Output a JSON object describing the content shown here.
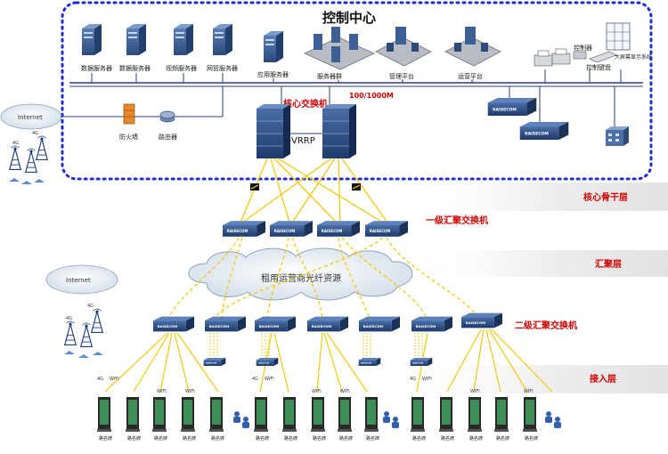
{
  "control_center": {
    "title": "控制中心",
    "servers": [
      {
        "label": "数据服务器"
      },
      {
        "label": "数据服务器"
      },
      {
        "label": "视频服务器"
      },
      {
        "label": "网管服务器"
      },
      {
        "label": "应用服务器"
      },
      {
        "label": "服务器群"
      },
      {
        "label": "管理平台"
      },
      {
        "label": "运营平台"
      }
    ],
    "controller_label": "控制器",
    "keyboard_label": "控制键盘",
    "bigscreen_label": "大屏幕显示系统",
    "firewall_label": "防火墙",
    "router_label": "路由器",
    "internet_label": "Internet",
    "bus_speed": "100/1000M",
    "core_switch_label": "核心交换机",
    "vrrp_label": "VRRP"
  },
  "layers": {
    "core": "核心骨干层",
    "aggregation": "汇聚层",
    "access": "接入层"
  },
  "tiers": {
    "level1": "一级汇聚交换机",
    "level2": "二级汇聚交换机",
    "cloud": "租用运营商光纤资源",
    "internet2": "Internet"
  },
  "switch_brand": "RAISECOM",
  "cell_labels": {
    "g4": "4G",
    "wifi": "WIFI"
  },
  "kiosk_label": "路名牌"
}
